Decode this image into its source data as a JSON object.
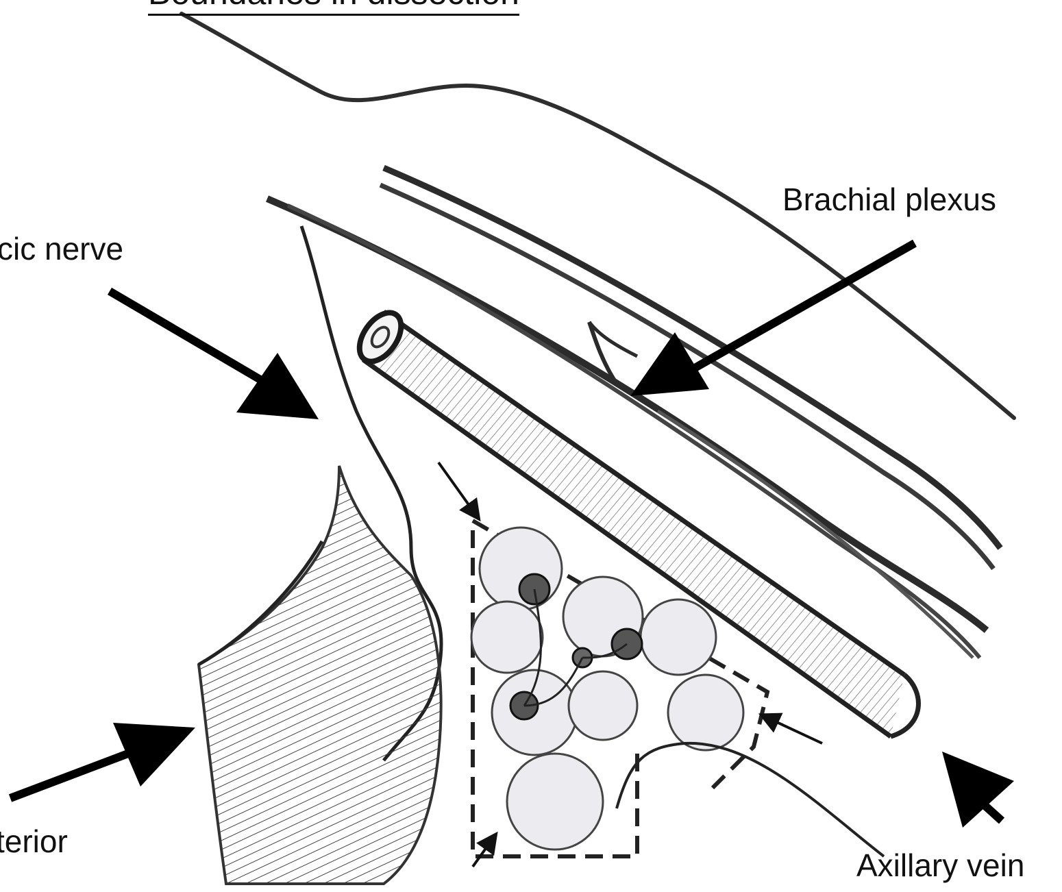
{
  "title": "Boundaries in dissection",
  "labels": {
    "brachial_plexus": "Brachial plexus",
    "long_thoracic_nerve": "cic nerve",
    "serratus_anterior": "terior",
    "axillary_vein": "Axillary vein"
  },
  "colors": {
    "ink": "#111111",
    "pencil": "#3a3a3a",
    "shade": "#9a9aa0",
    "node_fill": "#e4e4ea"
  }
}
